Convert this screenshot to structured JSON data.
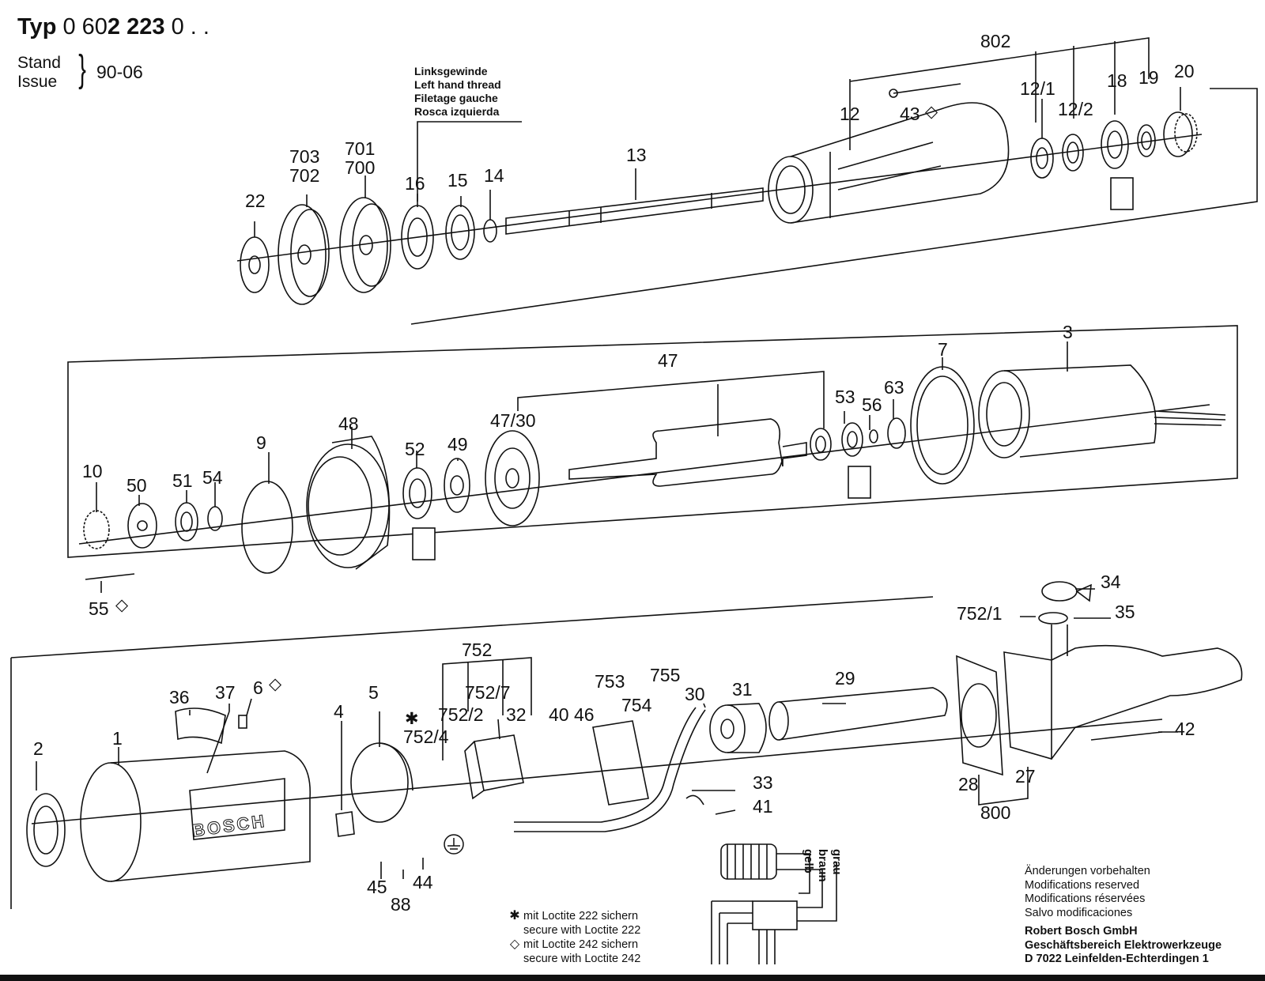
{
  "header": {
    "typ_prefix": "Typ",
    "typ_light": "0 60",
    "typ_bold": "2 223",
    "typ_suffix": "0 . .",
    "stand_label": "Stand",
    "issue_label": "Issue",
    "issue_date": "90-06"
  },
  "thread_note": [
    "Linksgewinde",
    "Left hand thread",
    "Filetage gauche",
    "Rosca izquierda"
  ],
  "part_labels": {
    "row1": [
      "802",
      "12",
      "43",
      "12/1",
      "12/2",
      "18",
      "19",
      "20",
      "703",
      "702",
      "701",
      "700",
      "22",
      "16",
      "15",
      "14",
      "13"
    ],
    "row2": [
      "47",
      "47/30",
      "3",
      "7",
      "53",
      "56",
      "63",
      "48",
      "52",
      "49",
      "9",
      "10",
      "50",
      "51",
      "54",
      "55"
    ],
    "row3": [
      "752",
      "752/7",
      "752/2",
      "32",
      "752/4",
      "753",
      "755",
      "754",
      "40",
      "46",
      "30",
      "31",
      "29",
      "34",
      "752/1",
      "35",
      "42",
      "28",
      "27",
      "800",
      "36",
      "37",
      "6",
      "1",
      "2",
      "4",
      "5",
      "33",
      "41",
      "45",
      "44",
      "88"
    ]
  },
  "brand_logo": "BOSCH",
  "symbols": {
    "star": "✱",
    "diamond": "◇"
  },
  "notes": {
    "line1": "mit Loctite 222 sichern",
    "line2": "secure with Loctite 222",
    "line3": "mit Loctite 242 sichern",
    "line4": "secure with Loctite 242"
  },
  "reserved": {
    "de": "Änderungen vorbehalten",
    "en": "Modifications reserved",
    "fr": "Modifications réservées",
    "es": "Salvo modificaciones",
    "company": "Robert Bosch GmbH",
    "division": "Geschäftsbereich Elektrowerkzeuge",
    "address": "D 7022 Leinfelden-Echterdingen 1"
  },
  "wiring_labels": [
    "gelb",
    "braun",
    "grau"
  ]
}
